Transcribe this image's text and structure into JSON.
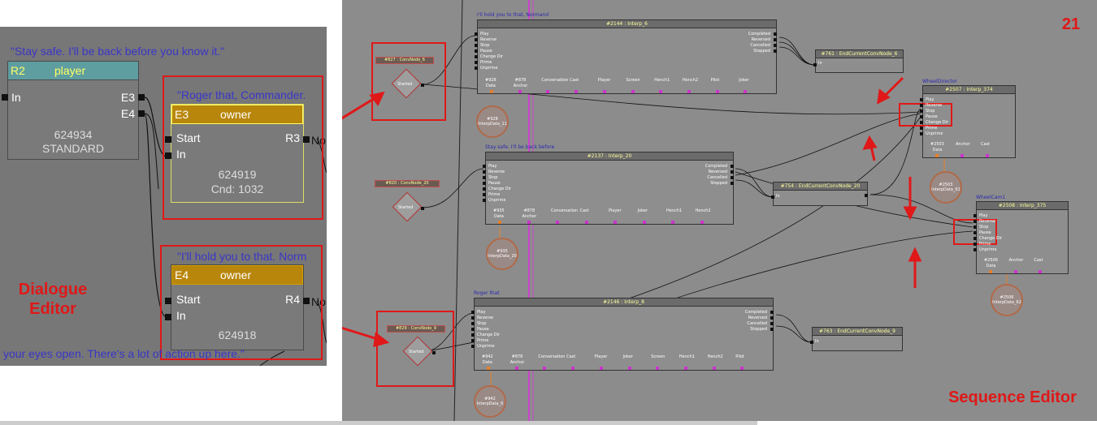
{
  "colors": {
    "player": "#5f9ea0",
    "owner": "#b8860b",
    "annotation": "#e01818",
    "dialogue_text": "#3a36c8",
    "sequence_title": "#ffff9c",
    "variable_pin": "#e8802a",
    "link_pin": "#cc33cc"
  },
  "dialogue": {
    "caption_top": "\"Stay safe. I'll be back before you know it.\"",
    "caption_bottom": "your eyes open. There's a lot of action up here.\"",
    "panel_label": "Dialogue\nEditor",
    "node_player": {
      "id": "R2",
      "speaker": "player",
      "in": "In",
      "out_a": "E3",
      "out_b": "E4",
      "number": "624934",
      "type": "STANDARD"
    },
    "node_e3": {
      "quote": "\"Roger that, Commander.",
      "id": "E3",
      "speaker": "owner",
      "start": "Start",
      "in": "In",
      "out": "R3",
      "out_tail": "No",
      "number": "624919",
      "cnd": "Cnd: 1032"
    },
    "node_e4": {
      "quote": "\"I'll hold you to that. Norm",
      "id": "E4",
      "speaker": "owner",
      "start": "Start",
      "in": "In",
      "out": "R4",
      "out_tail": "No",
      "number": "624918"
    }
  },
  "sequence": {
    "panel_label": "Sequence Editor",
    "page_number": "21",
    "interp_inputs": [
      "Play",
      "Reverse",
      "Stop",
      "Pause",
      "Change Dir",
      "Prime",
      "Unprime"
    ],
    "interp_outputs": [
      "Completed",
      "Reversed",
      "Cancelled",
      "Stopped"
    ],
    "interp_a": {
      "caption": "I'll hold you to that, Normand",
      "title": "#2144 : Interp_6",
      "vars": [
        "#928 Data",
        "#878 Anchor",
        "Conversation",
        "Cast",
        "Player",
        "Screen",
        "Hench1",
        "Hench2",
        "Pilot",
        "Joker"
      ],
      "circle": "#928\nInterpData_11"
    },
    "interp_b": {
      "caption": "Stay safe. I'll be back before",
      "title": "#2137 : Interp_20",
      "vars": [
        "#935 Data",
        "#878 Anchor",
        "Conversation",
        "Cast",
        "Player",
        "Joker",
        "Hench1",
        "Hench2"
      ],
      "circle": "#935\nInterpData_20"
    },
    "interp_c": {
      "caption": "Roger that",
      "title": "#2146 : Interp_8",
      "vars": [
        "#942 Data",
        "#878 Anchor",
        "Conversation",
        "Cast",
        "Player",
        "Joker",
        "Screen",
        "Hench1",
        "Hench2",
        "Pilot"
      ],
      "circle": "#942\nInterpData_6"
    },
    "conv_a": {
      "title": "#827 : ConvNode_6",
      "out": "Started"
    },
    "conv_b": {
      "title": "#820 : ConvNode_20",
      "out": "Started"
    },
    "conv_c": {
      "title": "#829 : ConvNode_9",
      "out": "Started"
    },
    "end_a": {
      "title": "#761 : EndCurrentConvNode_6",
      "in": "In"
    },
    "end_b": {
      "title": "#754 : EndCurrentConvNode_20",
      "in": "In"
    },
    "end_c": {
      "title": "#763 : EndCurrentConvNode_9",
      "in": "In"
    },
    "wheel_director": {
      "caption": "WheelDirector",
      "title": "#2507 : Interp_374",
      "inputs": [
        "Play",
        "Reverse",
        "Stop",
        "Pause",
        "Change Dir",
        "Prime",
        "Unprime"
      ],
      "vars": [
        "#2503 Data",
        "Anchor",
        "Cast"
      ],
      "circle": "#2503\nInterpData_61"
    },
    "wheel_cam": {
      "caption": "WheelCam1",
      "title": "#2508 : Interp_375",
      "inputs": [
        "Play",
        "Reverse",
        "Stop",
        "Pause",
        "Change Dir",
        "Prime",
        "Unprime"
      ],
      "vars": [
        "#2506 Data",
        "Anchor",
        "Cast"
      ],
      "circle": "#2506\nInterpData_62"
    }
  }
}
